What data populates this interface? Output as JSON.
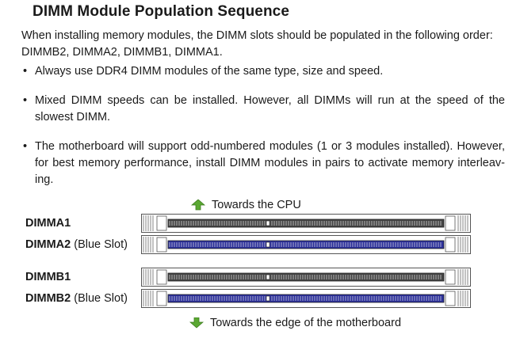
{
  "heading": "DIMM Module Population Sequence",
  "intro": "When installing memory modules, the DIMM slots should be populated in the following order: DIMMB2, DIMMA2, DIMMB1, DIMMA1.",
  "bullets": [
    "Always use DDR4 DIMM modules of the same type, size and speed.",
    "Mixed DIMM speeds can be installed. However, all DIMMs will run at the speed of the slowest DIMM.",
    "The motherboard will support odd-numbered modules (1 or 3 modules installed). However, for best memory performance, install DIMM modules in pairs to activate memory interleav-ing."
  ],
  "bullet_glyph": "•",
  "diagram": {
    "top_label": "Towards the CPU",
    "bottom_label": "Towards the edge of the motherboard",
    "slots": [
      {
        "name": "DIMMA1",
        "note": "",
        "color": "#444444"
      },
      {
        "name": "DIMMA2",
        "note": "(Blue Slot)",
        "color": "#2b2f9a"
      },
      {
        "name": "DIMMB1",
        "note": "",
        "color": "#444444"
      },
      {
        "name": "DIMMB2",
        "note": "(Blue Slot)",
        "color": "#2b2f9a"
      }
    ],
    "arrow_color": "#5aa832"
  }
}
